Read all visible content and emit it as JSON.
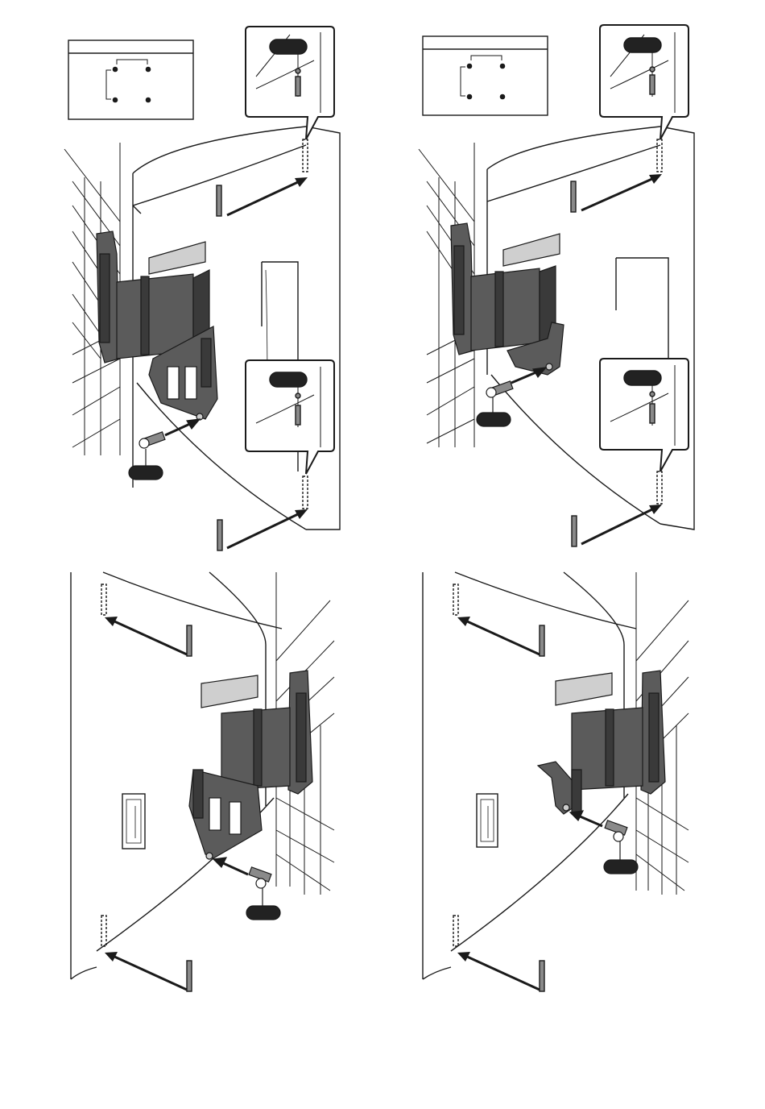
{
  "document": {
    "type": "wall-mount installation diagram",
    "panel_count": 4,
    "has_text": false
  },
  "colors": {
    "line": "#1a1a1a",
    "bracket_fill": "#5b5b5b",
    "bracket_dark": "#3a3a3a",
    "callout_badge": "#222222",
    "spacer_bar": "#8a8a8a",
    "paper": "#ffffff"
  },
  "panels": [
    {
      "id": "top-left",
      "arm": "double",
      "inset_hole_pattern": true,
      "callouts": 2
    },
    {
      "id": "top-right",
      "arm": "single",
      "inset_hole_pattern": true,
      "callouts": 2
    },
    {
      "id": "bottom-left",
      "arm": "double",
      "inset_hole_pattern": false,
      "callouts": 0
    },
    {
      "id": "bottom-right",
      "arm": "single",
      "inset_hole_pattern": false,
      "callouts": 0
    }
  ]
}
